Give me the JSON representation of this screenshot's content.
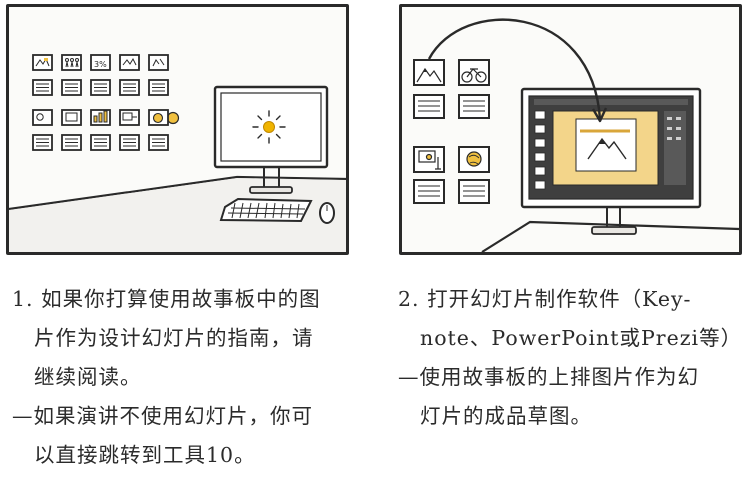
{
  "panel1": {
    "monitor_icon": "sun-icon"
  },
  "panel2": {
    "board_icons": [
      "mountain-icon",
      "bicycle-icon",
      "presenter-icon",
      "globe-icon"
    ]
  },
  "captions": {
    "left": {
      "line1": "1. 如果你打算使用故事板中的图",
      "line2": "片作为设计幻灯片的指南，请",
      "line3": "继续阅读。",
      "line4": "—如果演讲不使用幻灯片，你可",
      "line5": "以直接跳转到工具10。"
    },
    "right": {
      "line1": "2. 打开幻灯片制作软件（Key-",
      "line2": "note、PowerPoint或Prezi等）",
      "line3": "—使用故事板的上排图片作为幻",
      "line4": "灯片的成品草图。"
    }
  },
  "colors": {
    "ink": "#2a2a2a",
    "sun": "#f0b400",
    "sketch_yellow": "#f3d58a",
    "screen_dark": "#3f3f3f"
  }
}
